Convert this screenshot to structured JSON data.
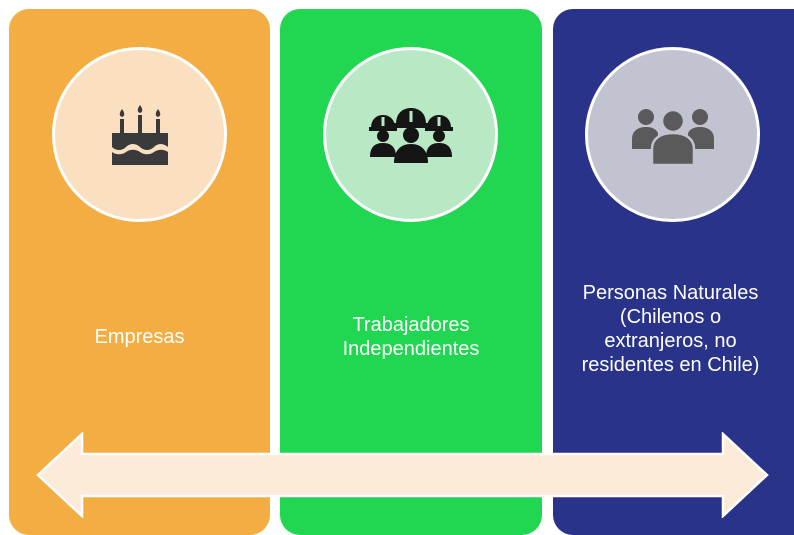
{
  "panels": [
    {
      "label": "Empresas",
      "icon": "birthday-cake-icon",
      "color": "#f4ad42",
      "circle_color": "#fbdfc1"
    },
    {
      "label_lines": [
        "Trabajadores",
        "Independientes"
      ],
      "icon": "construction-workers-icon",
      "color": "#21d650",
      "circle_color": "#b9e8c4"
    },
    {
      "label_lines": [
        "Personas Naturales",
        "(Chilenos o",
        "extranjeros, no",
        "residentes en Chile)"
      ],
      "icon": "group-people-icon",
      "color": "#283389",
      "circle_color": "#c2c3d0"
    }
  ],
  "arrow": {
    "icon": "double-headed-arrow",
    "fill": "#fcebd9"
  }
}
